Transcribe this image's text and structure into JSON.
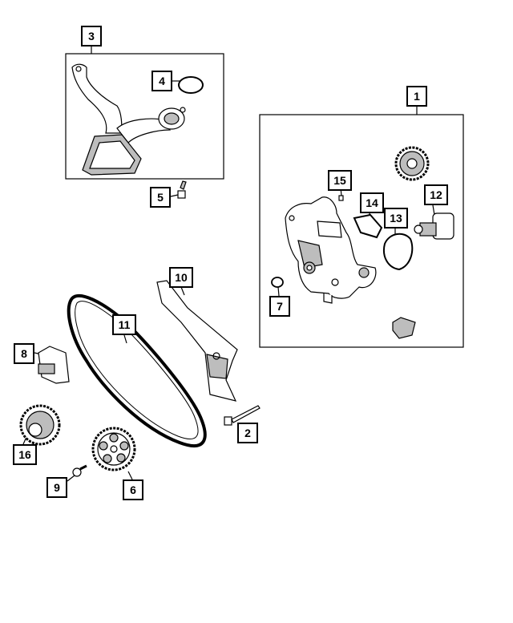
{
  "callouts": {
    "c1": "1",
    "c2": "2",
    "c3": "3",
    "c4": "4",
    "c5": "5",
    "c6": "6",
    "c7": "7",
    "c8": "8",
    "c9": "9",
    "c10": "10",
    "c11": "11",
    "c12": "12",
    "c13": "13",
    "c14": "14",
    "c15": "15",
    "c16": "16"
  },
  "parts": [
    {
      "callout": "1",
      "icon": "oil-pump-assembly"
    },
    {
      "callout": "2",
      "icon": "bolt"
    },
    {
      "callout": "3",
      "icon": "oil-pickup-tube"
    },
    {
      "callout": "4",
      "icon": "o-ring"
    },
    {
      "callout": "5",
      "icon": "bolt"
    },
    {
      "callout": "6",
      "icon": "sprocket"
    },
    {
      "callout": "7",
      "icon": "o-ring"
    },
    {
      "callout": "8",
      "icon": "chain-tensioner"
    },
    {
      "callout": "9",
      "icon": "bolt"
    },
    {
      "callout": "10",
      "icon": "chain-guide"
    },
    {
      "callout": "11",
      "icon": "timing-chain"
    },
    {
      "callout": "12",
      "icon": "pressure-relief-valve"
    },
    {
      "callout": "13",
      "icon": "gasket"
    },
    {
      "callout": "14",
      "icon": "gasket"
    },
    {
      "callout": "15",
      "icon": "dowel-pin"
    },
    {
      "callout": "16",
      "icon": "crankshaft-sprocket"
    }
  ],
  "colors": {
    "line": "#000000",
    "shade": "#bdbdbd",
    "fill": "#ffffff"
  }
}
